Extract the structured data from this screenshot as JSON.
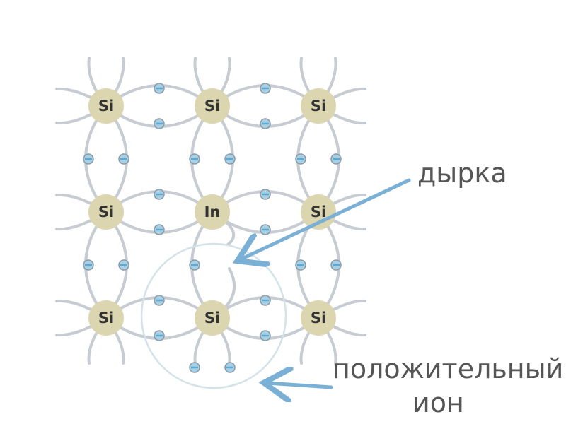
{
  "colors": {
    "atom_fill": "#dcd6b0",
    "bond": "#c6ccd2",
    "electron_fill": "#a8cfe2",
    "electron_stroke": "#8a9aa8",
    "electron_bar": "#5aa9d6",
    "arrow": "#7ab0d6",
    "ion_circle": "#d4e3e8",
    "label_text": "#555555"
  },
  "lattice": {
    "rows": [
      [
        "Si",
        "Si",
        "Si"
      ],
      [
        "Si",
        "In",
        "Si"
      ],
      [
        "Si",
        "Si",
        "Si"
      ]
    ],
    "missing_electron": {
      "row": 1,
      "col": 1,
      "direction": "down"
    }
  },
  "labels": {
    "hole": "дырка",
    "positive_ion_line1": "положительный",
    "positive_ion_line2": "ион"
  },
  "icons": {
    "electron": "minus-in-circle",
    "arrow": "arrow"
  }
}
